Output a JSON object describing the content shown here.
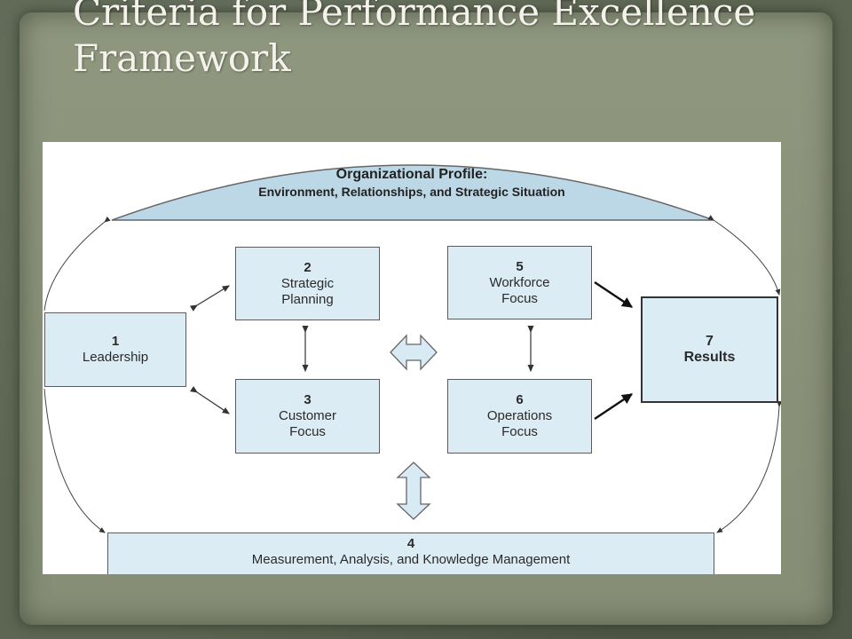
{
  "slide": {
    "title_line1": "Criteria for Performance Excellence",
    "title_line2": "Framework"
  },
  "diagram": {
    "profile": {
      "line1": "Organizational Profile:",
      "line2": "Environment, Relationships, and Strategic Situation"
    },
    "boxes": {
      "leadership": {
        "num": "1",
        "label": "Leadership"
      },
      "strategic": {
        "num": "2",
        "line1": "Strategic",
        "line2": "Planning"
      },
      "customer": {
        "num": "3",
        "line1": "Customer",
        "line2": "Focus"
      },
      "measurement": {
        "num": "4",
        "label": "Measurement, Analysis, and Knowledge Management"
      },
      "workforce": {
        "num": "5",
        "line1": "Workforce",
        "line2": "Focus"
      },
      "operations": {
        "num": "6",
        "line1": "Operations",
        "line2": "Focus"
      },
      "results": {
        "num": "7",
        "label": "Results"
      }
    },
    "colors": {
      "box_fill": "#dcecf5",
      "profile_fill": "#bcd7e6",
      "line": "#333333"
    }
  }
}
